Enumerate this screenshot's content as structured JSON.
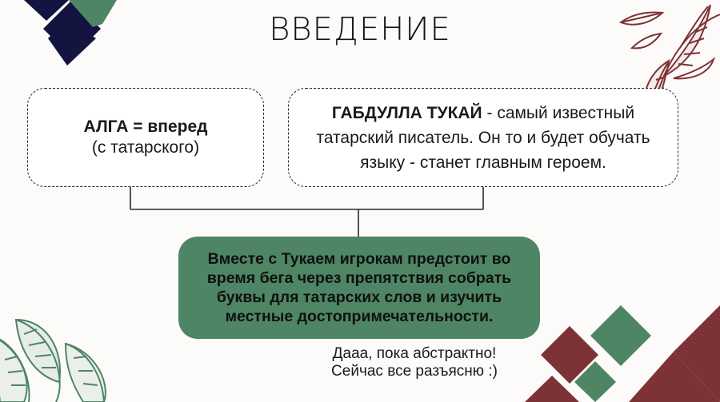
{
  "title": "ВВЕДЕНИЕ",
  "left_box": {
    "term": "АЛГА = вперед",
    "subtitle": "(с татарского)"
  },
  "right_box": {
    "name": "ГАБДУЛЛА ТУКАЙ",
    "text": " - самый известный татарский писатель. Он то и будет обучать языку - станет главным героем."
  },
  "center_box": {
    "text": "Вместе с Тукаем игрокам предстоит во время бега через препятствия собрать буквы для татарских слов и изучить местные достопримечательности."
  },
  "note": {
    "line1": "Дааа, пока абстрактно!",
    "line2": "Сейчас все разъясню :)"
  },
  "colors": {
    "navy": "#131440",
    "green": "#4e8564",
    "maroon": "#7d3335",
    "leaf_green": "#4e8564",
    "leaf_maroon": "#7d3335"
  },
  "icons": [
    "diamond-pattern-top-left",
    "leaf-branch-top-right",
    "leaf-branch-bottom-left",
    "diamond-pattern-bottom-right"
  ]
}
